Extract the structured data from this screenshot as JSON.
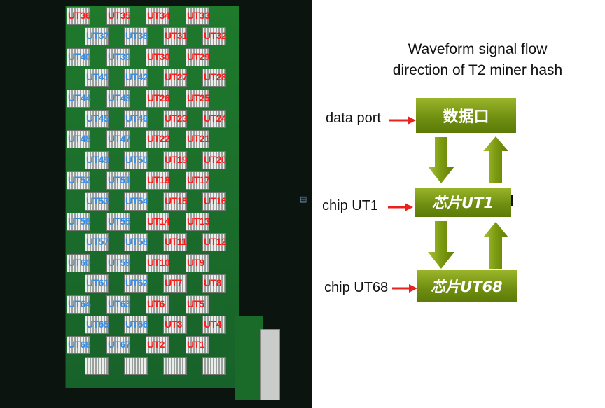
{
  "title": "Waveform signal flow direction of T2 miner hash",
  "photo_labels": {
    "red": [
      "UT36",
      "UT35",
      "UT34",
      "UT33",
      "UT31",
      "UT32",
      "UT30",
      "UT29",
      "UT27",
      "UT28",
      "UT26",
      "UT25",
      "UT23",
      "UT24",
      "UT22",
      "UT21",
      "UT19",
      "UT20",
      "UT18",
      "UT17",
      "UT15",
      "UT16",
      "UT14",
      "UT13",
      "UT11",
      "UT12",
      "UT10",
      "UT9",
      "UT7",
      "UT8",
      "UT6",
      "UT5",
      "UT3",
      "UT4",
      "UT2",
      "UT1"
    ],
    "blue": [
      "UT37",
      "UT38",
      "UT40",
      "UT39",
      "UT41",
      "UT42",
      "UT44",
      "UT43",
      "UT45",
      "UT46",
      "UT48",
      "UT47",
      "UT49",
      "UT50",
      "UT52",
      "UT51",
      "UT53",
      "UT54",
      "UT56",
      "UT55",
      "UT57",
      "UT58",
      "UT60",
      "UT59",
      "UT61",
      "UT62",
      "UT64",
      "UT63",
      "UT65",
      "UT66",
      "UT68",
      "UT67"
    ]
  },
  "flow": {
    "data_port_label": "data port",
    "data_port_box": "数据口",
    "chip1_label": "chip UT1",
    "chip1_box": "芯片UT1",
    "chip68_label": "chip UT68",
    "chip68_box": "芯片UT68"
  },
  "colors": {
    "box_green": "#7a9a14",
    "arrow_green": "#7c9a10",
    "pointer_red": "#e8221c",
    "label_red": "#ff1a1a",
    "label_blue": "#3a8ee6"
  }
}
